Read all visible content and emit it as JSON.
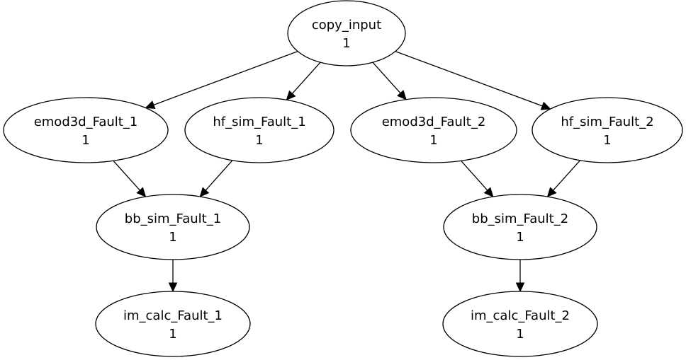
{
  "graph": {
    "nodes": [
      {
        "id": "copy_input",
        "label": "copy_input",
        "count": "1"
      },
      {
        "id": "emod3d_Fault_1",
        "label": "emod3d_Fault_1",
        "count": "1"
      },
      {
        "id": "hf_sim_Fault_1",
        "label": "hf_sim_Fault_1",
        "count": "1"
      },
      {
        "id": "emod3d_Fault_2",
        "label": "emod3d_Fault_2",
        "count": "1"
      },
      {
        "id": "hf_sim_Fault_2",
        "label": "hf_sim_Fault_2",
        "count": "1"
      },
      {
        "id": "bb_sim_Fault_1",
        "label": "bb_sim_Fault_1",
        "count": "1"
      },
      {
        "id": "bb_sim_Fault_2",
        "label": "bb_sim_Fault_2",
        "count": "1"
      },
      {
        "id": "im_calc_Fault_1",
        "label": "im_calc_Fault_1",
        "count": "1"
      },
      {
        "id": "im_calc_Fault_2",
        "label": "im_calc_Fault_2",
        "count": "1"
      }
    ],
    "edges": [
      {
        "from": "copy_input",
        "to": "emod3d_Fault_1"
      },
      {
        "from": "copy_input",
        "to": "hf_sim_Fault_1"
      },
      {
        "from": "copy_input",
        "to": "emod3d_Fault_2"
      },
      {
        "from": "copy_input",
        "to": "hf_sim_Fault_2"
      },
      {
        "from": "emod3d_Fault_1",
        "to": "bb_sim_Fault_1"
      },
      {
        "from": "hf_sim_Fault_1",
        "to": "bb_sim_Fault_1"
      },
      {
        "from": "emod3d_Fault_2",
        "to": "bb_sim_Fault_2"
      },
      {
        "from": "hf_sim_Fault_2",
        "to": "bb_sim_Fault_2"
      },
      {
        "from": "bb_sim_Fault_1",
        "to": "im_calc_Fault_1"
      },
      {
        "from": "bb_sim_Fault_2",
        "to": "im_calc_Fault_2"
      }
    ]
  }
}
